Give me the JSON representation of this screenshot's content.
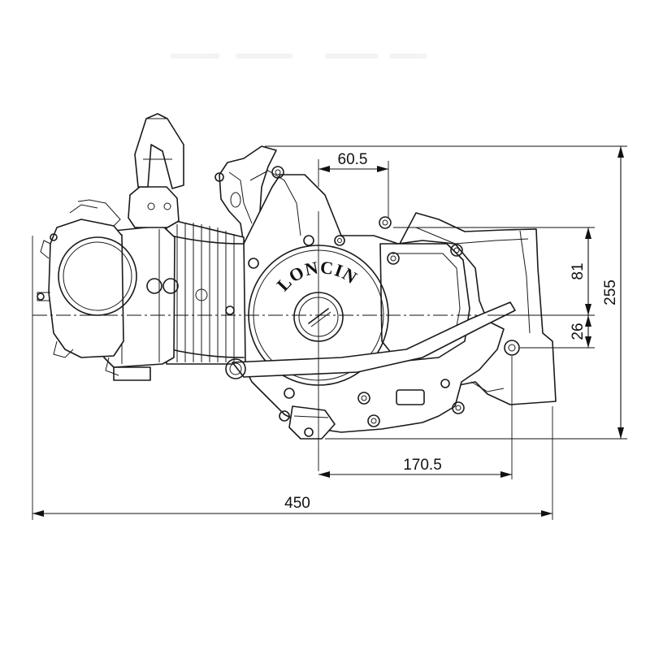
{
  "brand_label": "LONCIN",
  "dimensions": {
    "overall_length": "450",
    "overall_height": "255",
    "sprocket_horizontal": "170.5",
    "top_offset": "60.5",
    "vertical_upper": "81",
    "vertical_lower": "26"
  },
  "colors": {
    "line": "#1a1a1a",
    "background": "#ffffff"
  }
}
